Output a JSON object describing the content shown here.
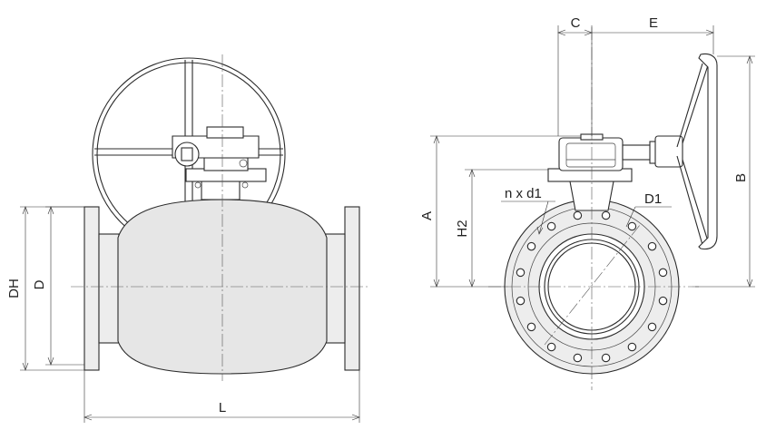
{
  "labels": {
    "DH": "DH",
    "D": "D",
    "L": "L",
    "C": "C",
    "E": "E",
    "A": "A",
    "H2": "H2",
    "B": "B",
    "n_x_d1": "n x d1",
    "D1": "D1"
  },
  "colors": {
    "line": "#2b2b2b",
    "body_fill": "#e6e6e6",
    "background": "#ffffff"
  }
}
